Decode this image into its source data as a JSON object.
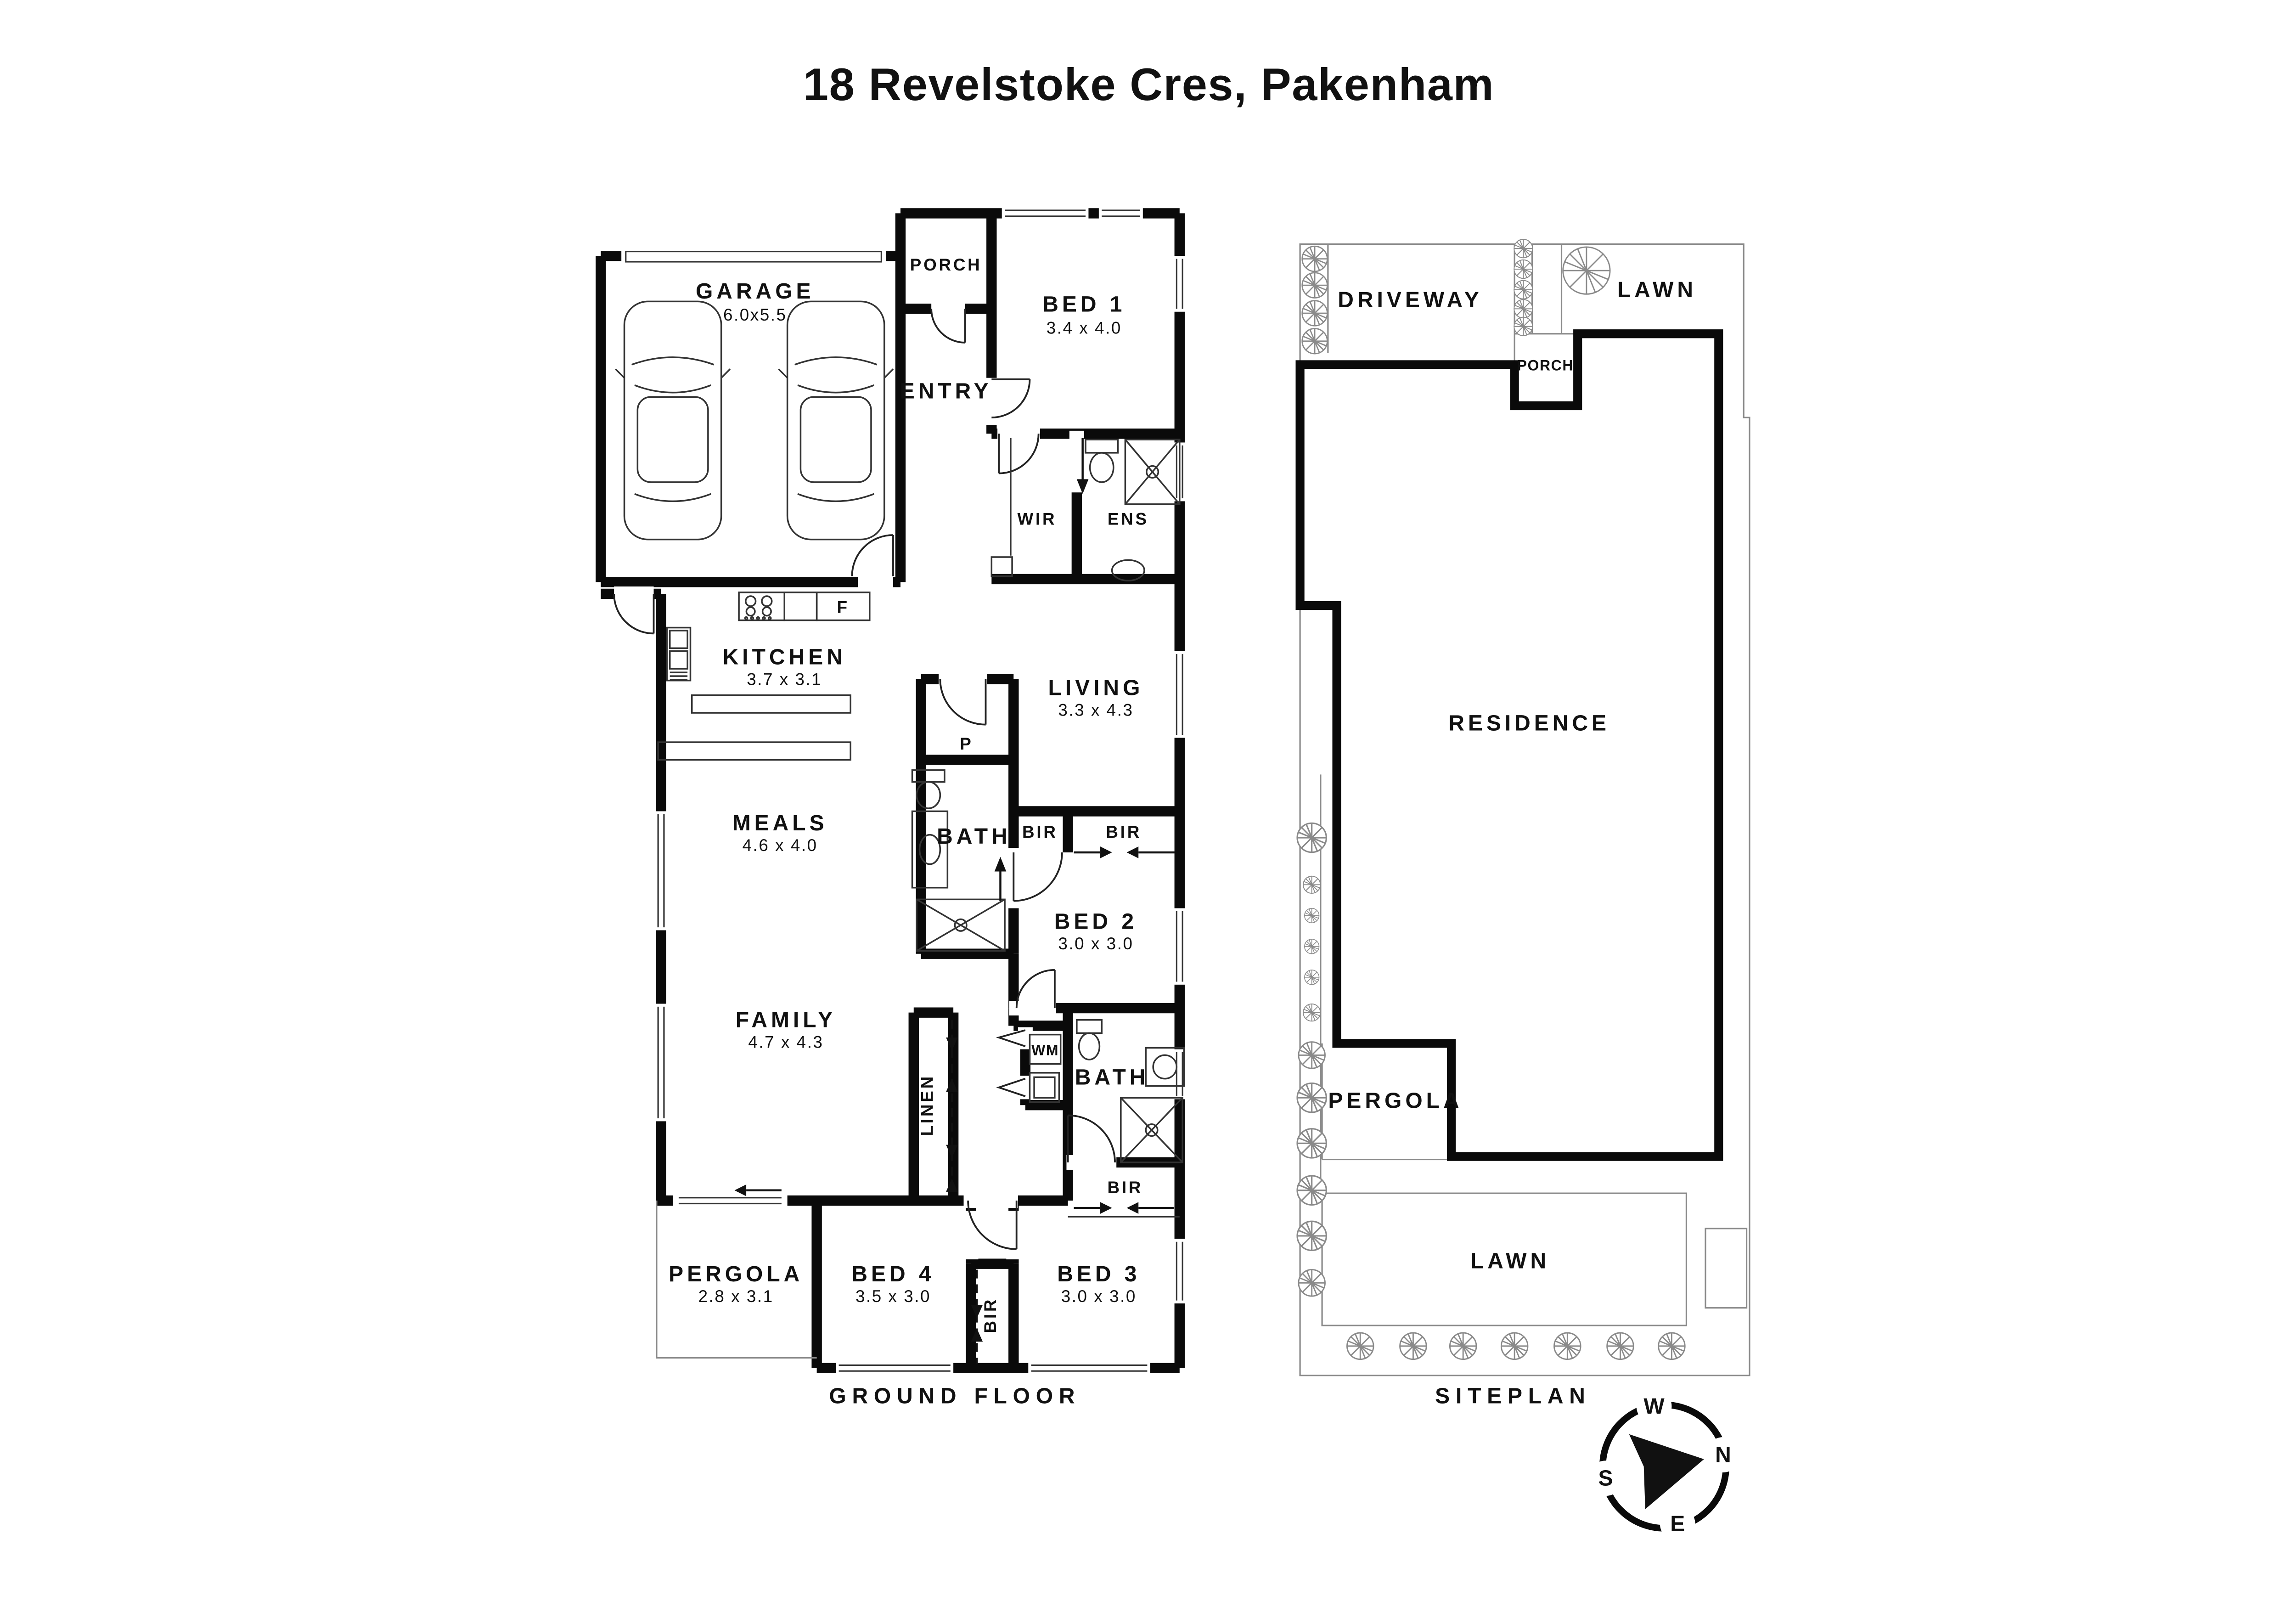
{
  "title": "18 Revelstoke Cres, Pakenham",
  "floorplan": {
    "caption": "GROUND FLOOR",
    "rooms": {
      "garage": {
        "label": "GARAGE",
        "dims": "6.0x5.5"
      },
      "bed1": {
        "label": "BED 1",
        "dims": "3.4 x 4.0"
      },
      "kitchen": {
        "label": "KITCHEN",
        "dims": "3.7 x 3.1"
      },
      "living": {
        "label": "LIVING",
        "dims": "3.3 x 4.3"
      },
      "meals": {
        "label": "MEALS",
        "dims": "4.6 x 4.0"
      },
      "bed2": {
        "label": "BED 2",
        "dims": "3.0 x 3.0"
      },
      "family": {
        "label": "FAMILY",
        "dims": "4.7 x 4.3"
      },
      "pergola": {
        "label": "PERGOLA",
        "dims": "2.8 x 3.1"
      },
      "bed4": {
        "label": "BED 4",
        "dims": "3.5 x 3.0"
      },
      "bed3": {
        "label": "BED 3",
        "dims": "3.0 x 3.0"
      }
    },
    "labels": {
      "porch": "PORCH",
      "entry": "ENTRY",
      "wir": "WIR",
      "ens": "ENS",
      "bath": "BATH",
      "bir": "BIR",
      "linen": "LINEN",
      "wm": "WM",
      "pantry": "P",
      "fridge": "F"
    }
  },
  "siteplan": {
    "caption": "SITEPLAN",
    "labels": {
      "driveway": "DRIVEWAY",
      "lawn": "LAWN",
      "porch": "PORCH",
      "residence": "RESIDENCE",
      "pergola": "PERGOLA"
    }
  },
  "compass": {
    "n": "N",
    "e": "E",
    "s": "S",
    "w": "W"
  }
}
